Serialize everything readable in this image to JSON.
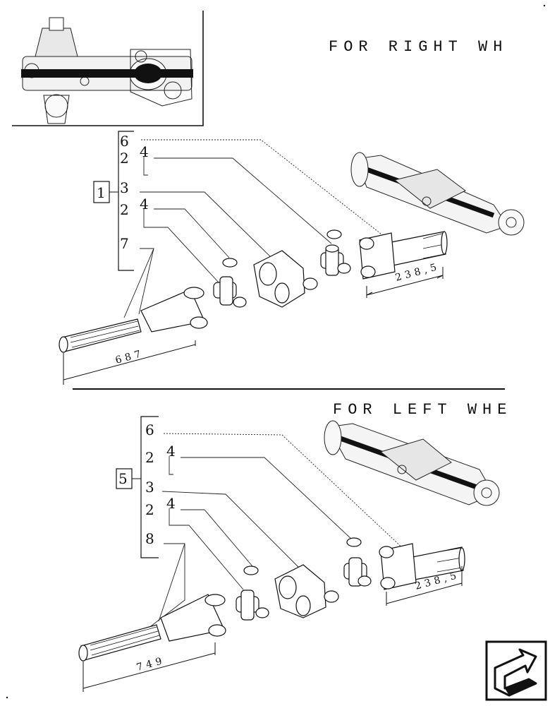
{
  "right_section": {
    "heading": "FOR RIGHT WH",
    "assembly_ref": "1",
    "callouts": [
      "6",
      "2",
      "4",
      "3",
      "2",
      "4",
      "7"
    ],
    "dim_short": "238,5",
    "dim_long": "687"
  },
  "left_section": {
    "heading": "FOR LEFT WHE",
    "assembly_ref": "5",
    "callouts": [
      "6",
      "2",
      "4",
      "3",
      "2",
      "4",
      "8"
    ],
    "dim_short": "238,5",
    "dim_long": "749"
  },
  "nav_icon": "next-page-arrow-icon",
  "colors": {
    "ink": "#111111",
    "paper": "#ffffff"
  }
}
